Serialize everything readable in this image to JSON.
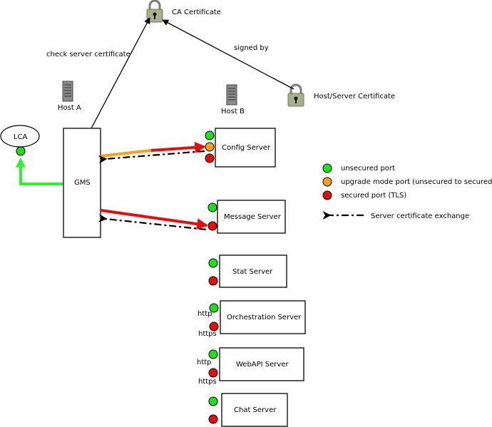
{
  "diagram": {
    "ca_certificate": "CA Certificate",
    "host_server_certificate": "Host/Server Certificate",
    "check_server_certificate": "check server certificate",
    "signed_by": "signed by",
    "host_a": "Host A",
    "host_b": "Host B",
    "lca": "LCA",
    "gms": "GMS",
    "servers": [
      {
        "name": "Config Server",
        "port_labels": [
          "",
          ""
        ]
      },
      {
        "name": "Message Server",
        "port_labels": [
          "",
          ""
        ]
      },
      {
        "name": "Stat Server",
        "port_labels": [
          "",
          ""
        ]
      },
      {
        "name": "Orchestration Server",
        "port_labels": [
          "http",
          "https"
        ]
      },
      {
        "name": "WebAPI Server",
        "port_labels": [
          "http",
          "https"
        ]
      },
      {
        "name": "Chat Server",
        "port_labels": [
          "",
          ""
        ]
      }
    ],
    "legend": [
      {
        "label": "unsecured port",
        "color": "#22dd22"
      },
      {
        "label": "upgrade mode port (unsecured to secured)",
        "color": "#f5a020"
      },
      {
        "label": "secured port (TLS)",
        "color": "#e01010"
      },
      {
        "label": "Server certificate exchange",
        "symbol": "dash-dot-arrow"
      }
    ],
    "colors": {
      "unsecured": "#22dd22",
      "upgrade": "#f5a020",
      "secured": "#e01010",
      "lca_link": "#33ee33",
      "lock_body": "#a7b08c",
      "server_icon": "#808080"
    }
  }
}
